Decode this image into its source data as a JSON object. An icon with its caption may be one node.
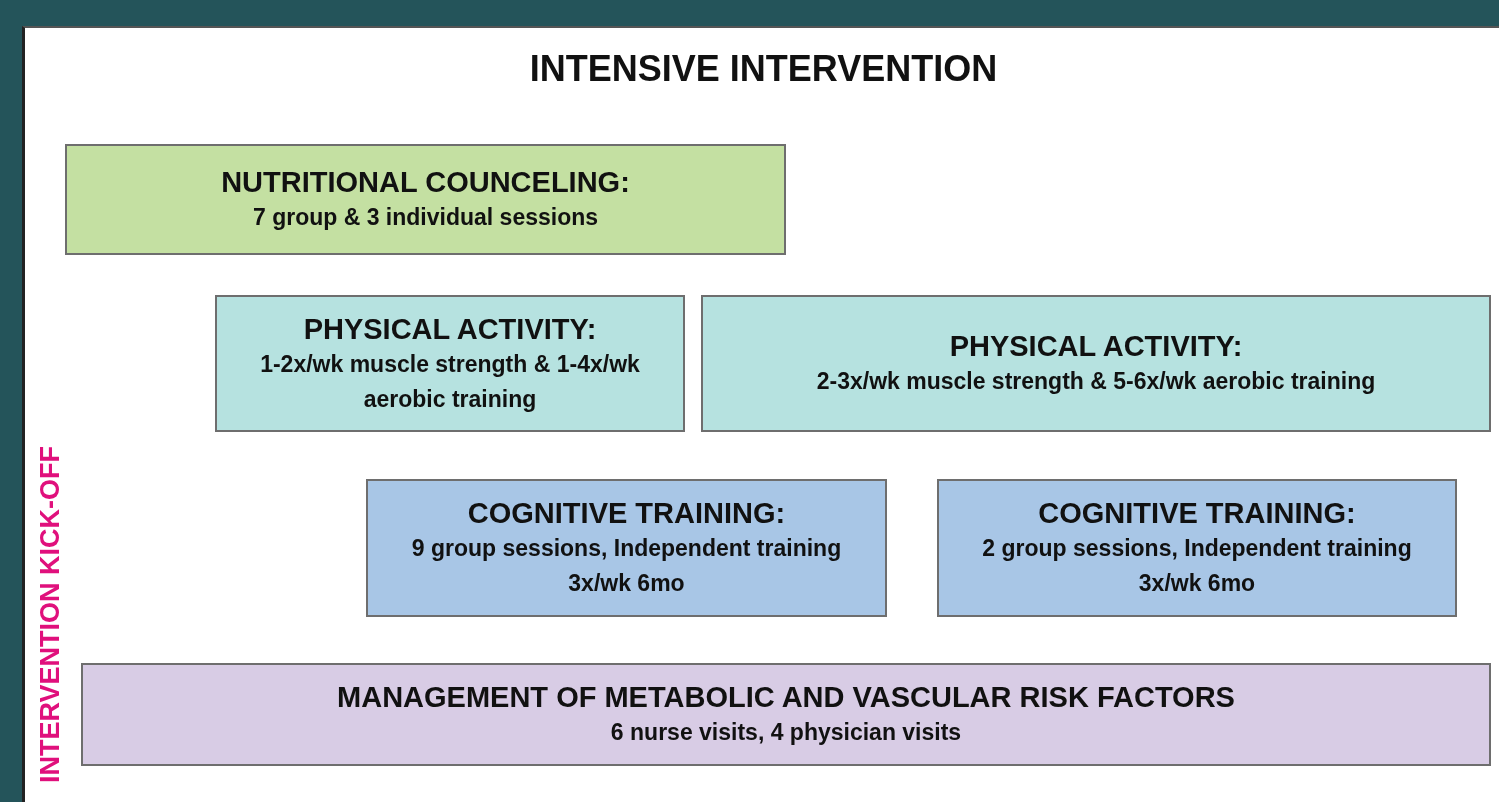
{
  "diagram": {
    "title": "INTENSIVE INTERVENTION",
    "nodes": [
      {
        "text": [
          "NUTRITIONAL COUNCELING:",
          "7 group & 3 individual sessions"
        ]
      },
      {
        "text": [
          "PHYSICAL ACTIVITY:",
          "1-2x/wk muscle strength & 1-4x/wk aerobic training"
        ]
      },
      {
        "text": [
          "PHYSICAL ACTIVITY:",
          "2-3x/wk muscle strength & 5-6x/wk aerobic training"
        ]
      },
      {
        "text": [
          "COGNITIVE TRAINING:",
          "9 group sessions, Independent training 3x/wk 6mo"
        ]
      },
      {
        "text": [
          "COGNITIVE TRAINING:",
          "2 group sessions, Independent training 3x/wk 6mo"
        ]
      },
      {
        "text": [
          "MANAGEMENT OF METABOLIC AND VASCULAR RISK FACTORS",
          "6 nurse visits, 4 physician visits"
        ]
      }
    ],
    "labels": [
      "INTERVENTION KICK-OFF"
    ]
  }
}
